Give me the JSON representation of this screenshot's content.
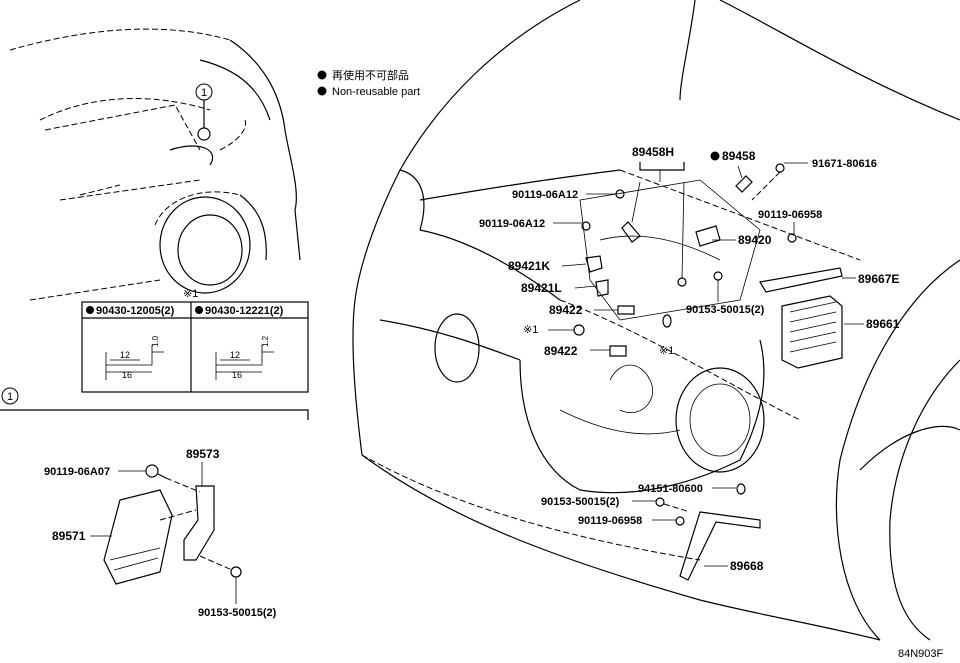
{
  "legend": {
    "jp_text": "再使用不可部品",
    "en_text": "Non-reusable part"
  },
  "diagram_code": "84N903F",
  "callouts": {
    "circle_1_top": "1",
    "circle_1_bottom": "1",
    "note_mark_1": "※1",
    "note_mark_2": "※1",
    "note_mark_3": "※1"
  },
  "spec_table": {
    "col_a_header": "90430-12005(2)",
    "col_b_header": "90430-12221(2)",
    "col_a_dims": [
      "12",
      "16",
      "1.0"
    ],
    "col_b_dims": [
      "12",
      "16",
      "1.2"
    ]
  },
  "parts": {
    "p89458H": "89458H",
    "p89458": "89458",
    "p91671": "91671-80616",
    "p90119_06A12_a": "90119-06A12",
    "p90119_06A12_b": "90119-06A12",
    "p90119_06958_a": "90119-06958",
    "p89420": "89420",
    "p89421K": "89421K",
    "p89421L": "89421L",
    "p89667E": "89667E",
    "p89422_a": "89422",
    "p89422_b": "89422",
    "p90153_a": "90153-50015(2)",
    "p89661": "89661",
    "p94151": "94151-80600",
    "p90153_b": "90153-50015(2)",
    "p90119_06958_b": "90119-06958",
    "p89668": "89668",
    "p90119_06A07": "90119-06A07",
    "p89573": "89573",
    "p89571": "89571",
    "p90153_c": "90153-50015(2)"
  }
}
